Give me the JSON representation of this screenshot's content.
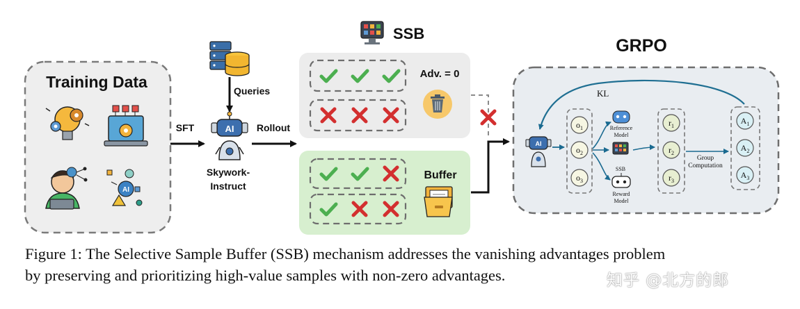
{
  "diagram": {
    "training_title": "Training Data",
    "sft_label": "SFT",
    "queries_label": "Queries",
    "model_name_line1": "Skywork-",
    "model_name_line2": "Instruct",
    "rollout_label": "Rollout",
    "ai_badge": "AI",
    "ssb_title": "SSB",
    "adv_label": "Adv. = 0",
    "buffer_label": "Buffer",
    "grpo_title": "GRPO",
    "kl_label": "KL",
    "outputs": [
      {
        "base": "o",
        "sub": "1"
      },
      {
        "base": "o",
        "sub": "2"
      },
      {
        "base": "o",
        "sub": "3"
      }
    ],
    "rewards": [
      {
        "base": "r",
        "sub": "1"
      },
      {
        "base": "r",
        "sub": "2"
      },
      {
        "base": "r",
        "sub": "3"
      }
    ],
    "advantages": [
      {
        "base": "A",
        "sub": "1"
      },
      {
        "base": "A",
        "sub": "2"
      },
      {
        "base": "A",
        "sub": "3"
      }
    ],
    "reference_model_line1": "Reference",
    "reference_model_line2": "Model",
    "ssb_small_label": "SSB",
    "reward_model_line1": "Reward",
    "reward_model_line2": "Model",
    "group_line1": "Group",
    "group_line2": "Computation"
  },
  "caption": {
    "line1": "Figure 1: The Selective Sample Buffer (SSB) mechanism addresses the vanishing advantages problem",
    "line2": "by preserving and prioritizing high-value samples with non-zero advantages."
  },
  "watermark": "知乎 @北方的郎",
  "colors": {
    "check": "#4caf50",
    "cross": "#d32f2f",
    "ssb_panel": "#ececec",
    "buffer_panel": "#d7efcf",
    "grpo_panel": "#e9edf1",
    "circle_fill": "#f6f6e3",
    "advantage_fill": "#d9f0f5",
    "arrow": "#1a6a90",
    "kl_curve": "#1f6f92"
  }
}
